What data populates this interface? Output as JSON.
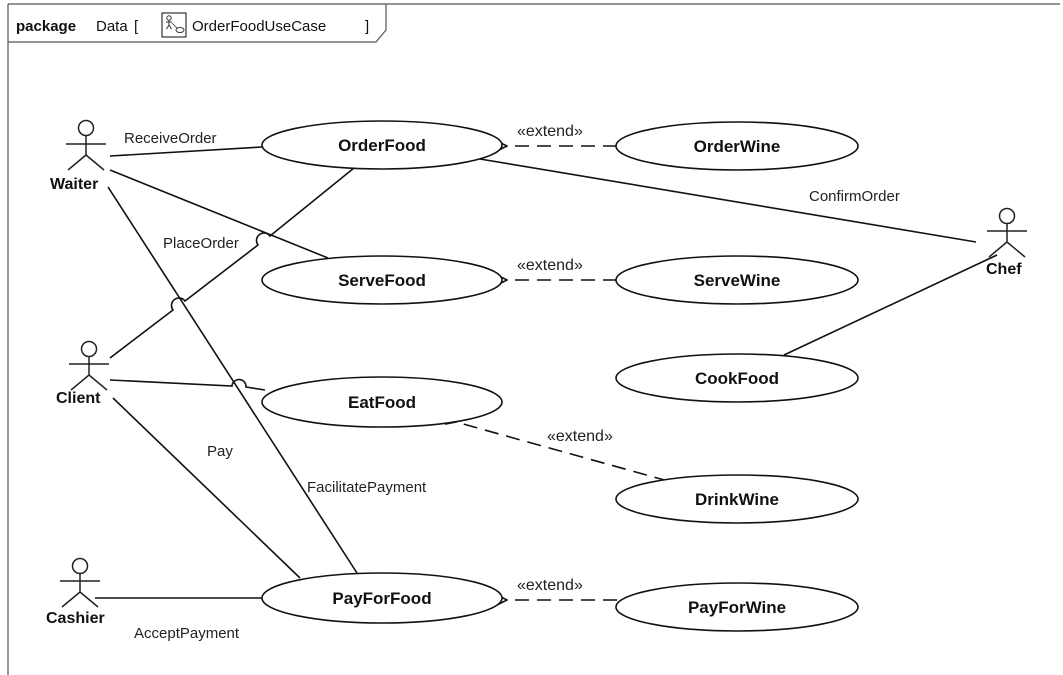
{
  "header": {
    "keyword": "package",
    "name": "Data",
    "open_bracket": "[",
    "diagram_name": "OrderFoodUseCase",
    "close_bracket": "]",
    "diagram_icon": "use-case-diagram-icon"
  },
  "actors": {
    "waiter": "Waiter",
    "client": "Client",
    "cashier": "Cashier",
    "chef": "Chef"
  },
  "use_cases": {
    "order_food": "OrderFood",
    "order_wine": "OrderWine",
    "serve_food": "ServeFood",
    "serve_wine": "ServeWine",
    "eat_food": "EatFood",
    "drink_wine": "DrinkWine",
    "cook_food": "CookFood",
    "pay_for_food": "PayForFood",
    "pay_for_wine": "PayForWine"
  },
  "associations": {
    "receive_order": "ReceiveOrder",
    "confirm_order": "ConfirmOrder",
    "place_order": "PlaceOrder",
    "pay": "Pay",
    "facilitate_payment": "FacilitatePayment",
    "accept_payment": "AcceptPayment"
  },
  "extend_label": "«extend»"
}
